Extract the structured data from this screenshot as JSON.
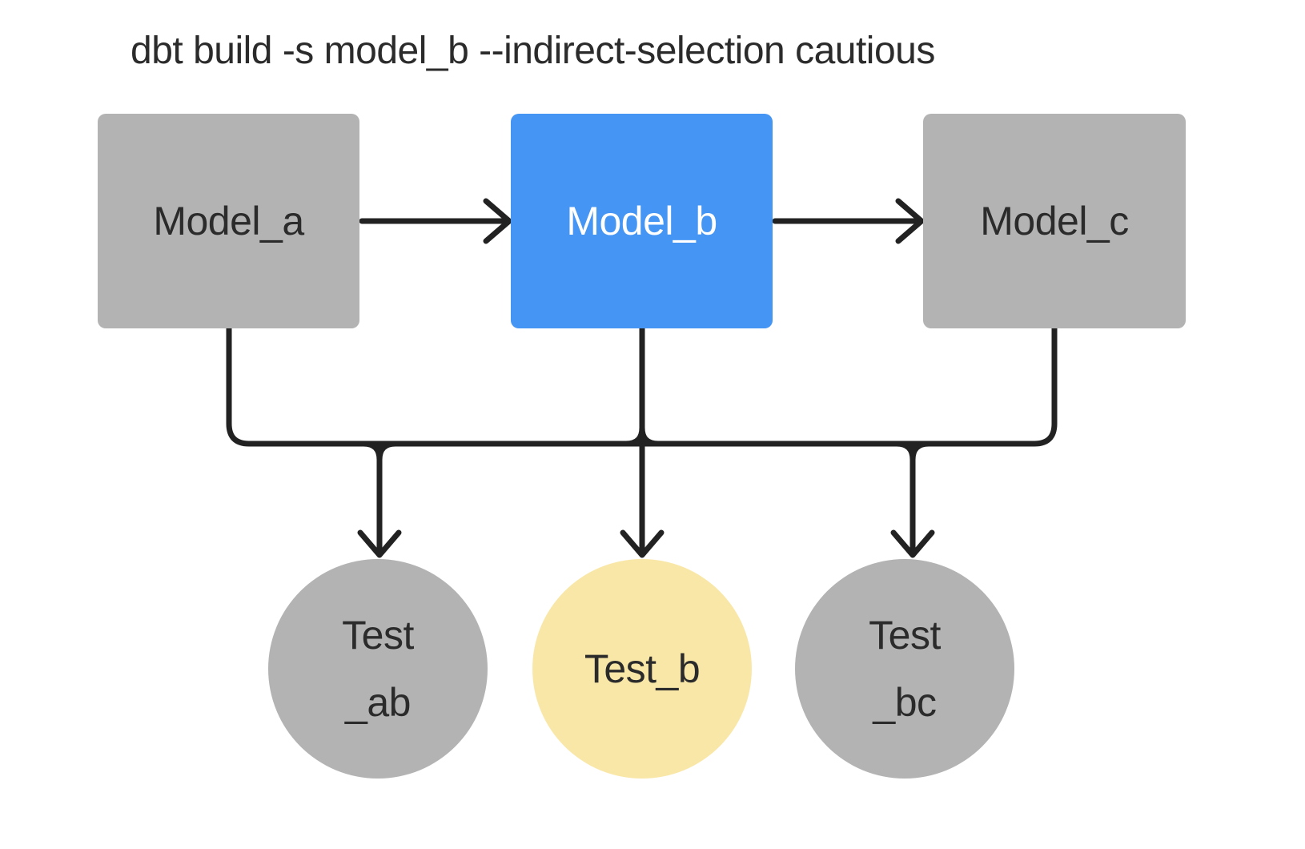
{
  "title": "dbt build -s model_b --indirect-selection cautious",
  "colors": {
    "background": "#ffffff",
    "model_default": "#b3b3b3",
    "model_selected": "#4495f4",
    "test_default": "#b3b3b3",
    "test_indirect": "#f9e7a8",
    "line": "#222222",
    "text_dark": "#2b2b2b",
    "text_light": "#ffffff"
  },
  "nodes": {
    "models": [
      {
        "id": "model_a",
        "label": "Model_a",
        "state": "unselected"
      },
      {
        "id": "model_b",
        "label": "Model_b",
        "state": "selected"
      },
      {
        "id": "model_c",
        "label": "Model_c",
        "state": "unselected"
      }
    ],
    "tests": [
      {
        "id": "test_ab",
        "label_line1": "Test",
        "label_line2": "_ab",
        "state": "default"
      },
      {
        "id": "test_b",
        "label_line1": "Test_b",
        "label_line2": "",
        "state": "indirect"
      },
      {
        "id": "test_bc",
        "label_line1": "Test",
        "label_line2": "_bc",
        "state": "default"
      }
    ]
  },
  "edges": [
    {
      "from": "model_a",
      "to": "model_b",
      "type": "arrow"
    },
    {
      "from": "model_b",
      "to": "model_c",
      "type": "arrow"
    },
    {
      "from": "model_a",
      "to": "test_bus",
      "type": "drop"
    },
    {
      "from": "model_b",
      "to": "test_bus",
      "type": "drop"
    },
    {
      "from": "model_c",
      "to": "test_bus",
      "type": "drop"
    },
    {
      "from": "test_bus",
      "to": "test_ab",
      "type": "arrow"
    },
    {
      "from": "test_bus",
      "to": "test_b",
      "type": "arrow"
    },
    {
      "from": "test_bus",
      "to": "test_bc",
      "type": "arrow"
    }
  ]
}
